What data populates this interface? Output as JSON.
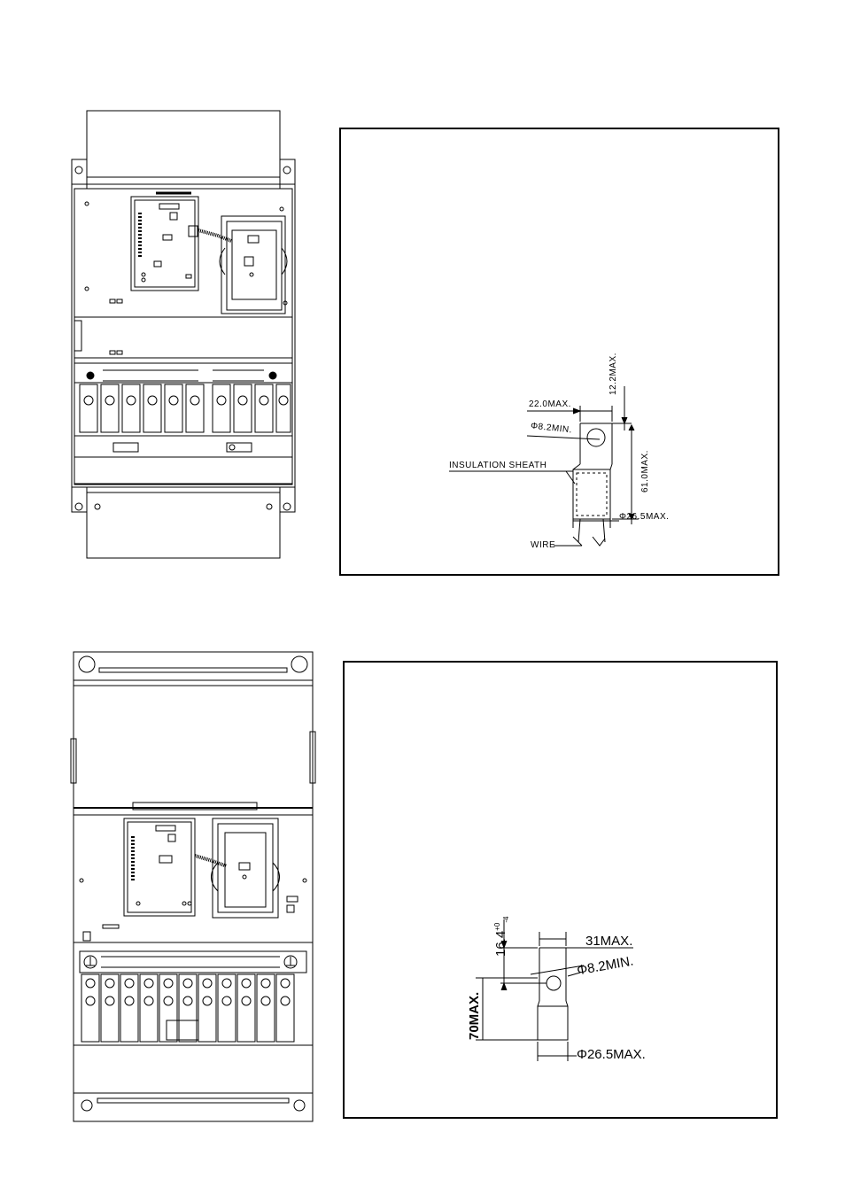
{
  "top_detail": {
    "dim_width": "22.0MAX.",
    "dim_height": "12.2MAX.",
    "dim_hole": "Φ8.2MIN.",
    "dim_length": "61.0MAX.",
    "dim_sheath_dia": "Φ26.5MAX.",
    "label_sheath": "INSULATION SHEATH",
    "label_wire": "WIRE"
  },
  "bottom_detail": {
    "dim_width": "31MAX.",
    "dim_height": "16.4",
    "dim_tol_upper": "+0",
    "dim_tol_lower": "-4",
    "dim_hole": "Φ8.2MIN.",
    "dim_length": "70MAX.",
    "dim_sheath_dia": "Φ26.5MAX."
  }
}
